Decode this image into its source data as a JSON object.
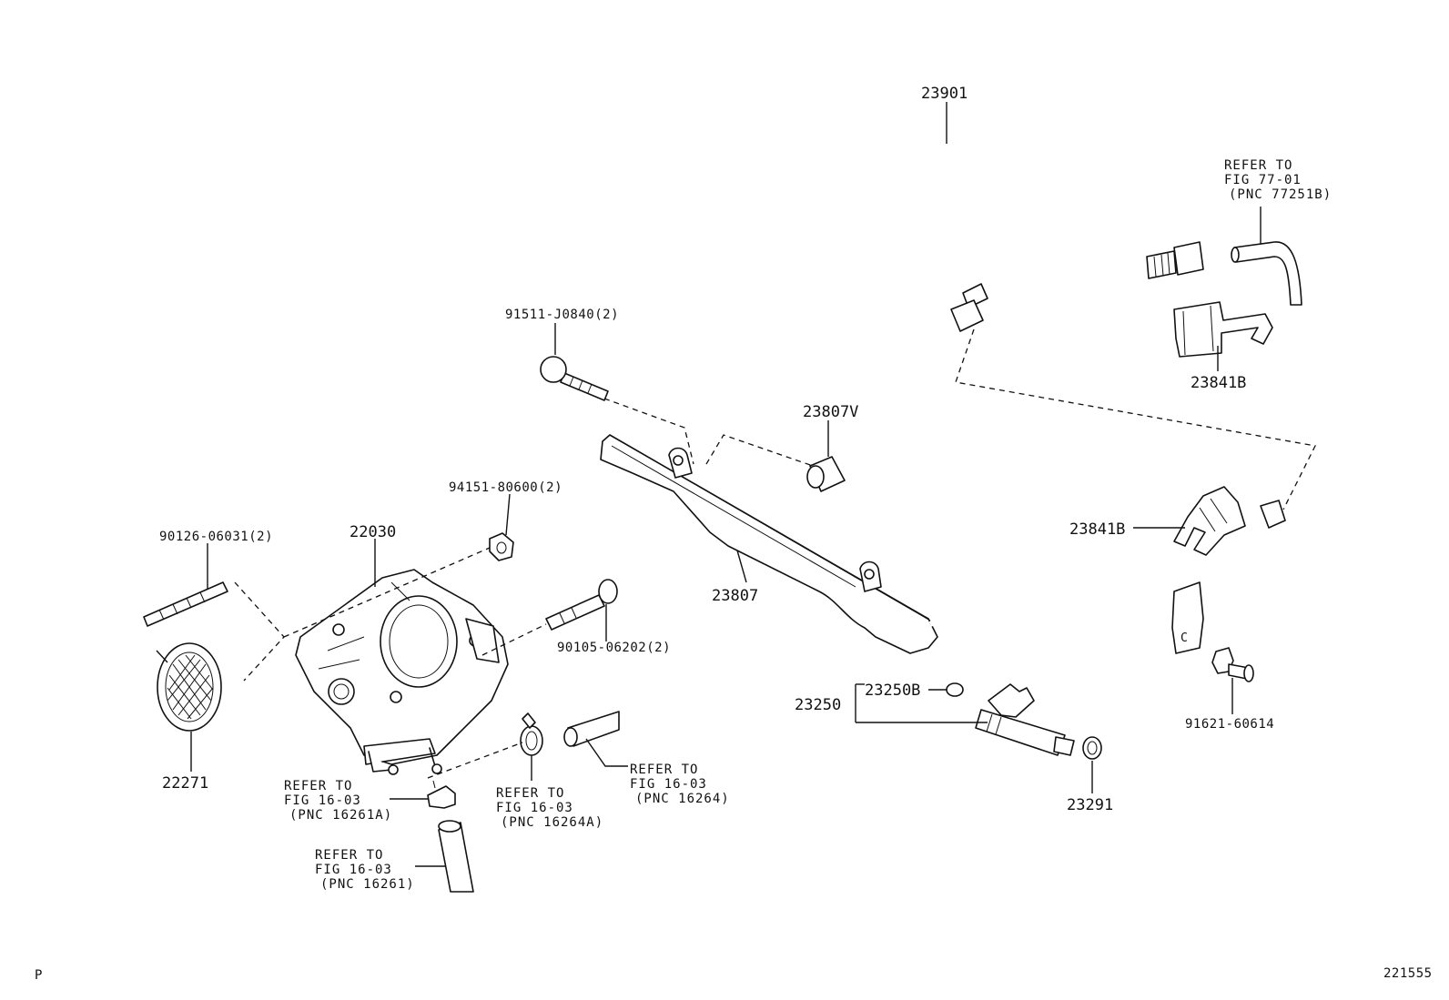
{
  "corner_left": "P",
  "corner_right": "221555",
  "parts": {
    "p23901": "23901",
    "p23841B_top": "23841B",
    "p23841B_mid": "23841B",
    "p91511": "91511-J0840(2)",
    "p23807V": "23807V",
    "p23807": "23807",
    "p94151": "94151-80600(2)",
    "p22030": "22030",
    "p90126": "90126-06031(2)",
    "p90105": "90105-06202(2)",
    "p22271": "22271",
    "p23250": "23250",
    "p23250B": "23250B",
    "p23291": "23291",
    "p91621": "91621-60614"
  },
  "refs": {
    "ref_77251B": [
      "REFER TO",
      "FIG 77-01",
      "(PNC 77251B)"
    ],
    "ref_16261A": [
      "REFER TO",
      "FIG 16-03",
      "(PNC 16261A)"
    ],
    "ref_16264A": [
      "REFER TO",
      "FIG 16-03",
      "(PNC 16264A)"
    ],
    "ref_16264": [
      "REFER TO",
      "FIG 16-03",
      "(PNC 16264)"
    ],
    "ref_16261": [
      "REFER TO",
      "FIG 16-03",
      "(PNC 16261)"
    ]
  }
}
